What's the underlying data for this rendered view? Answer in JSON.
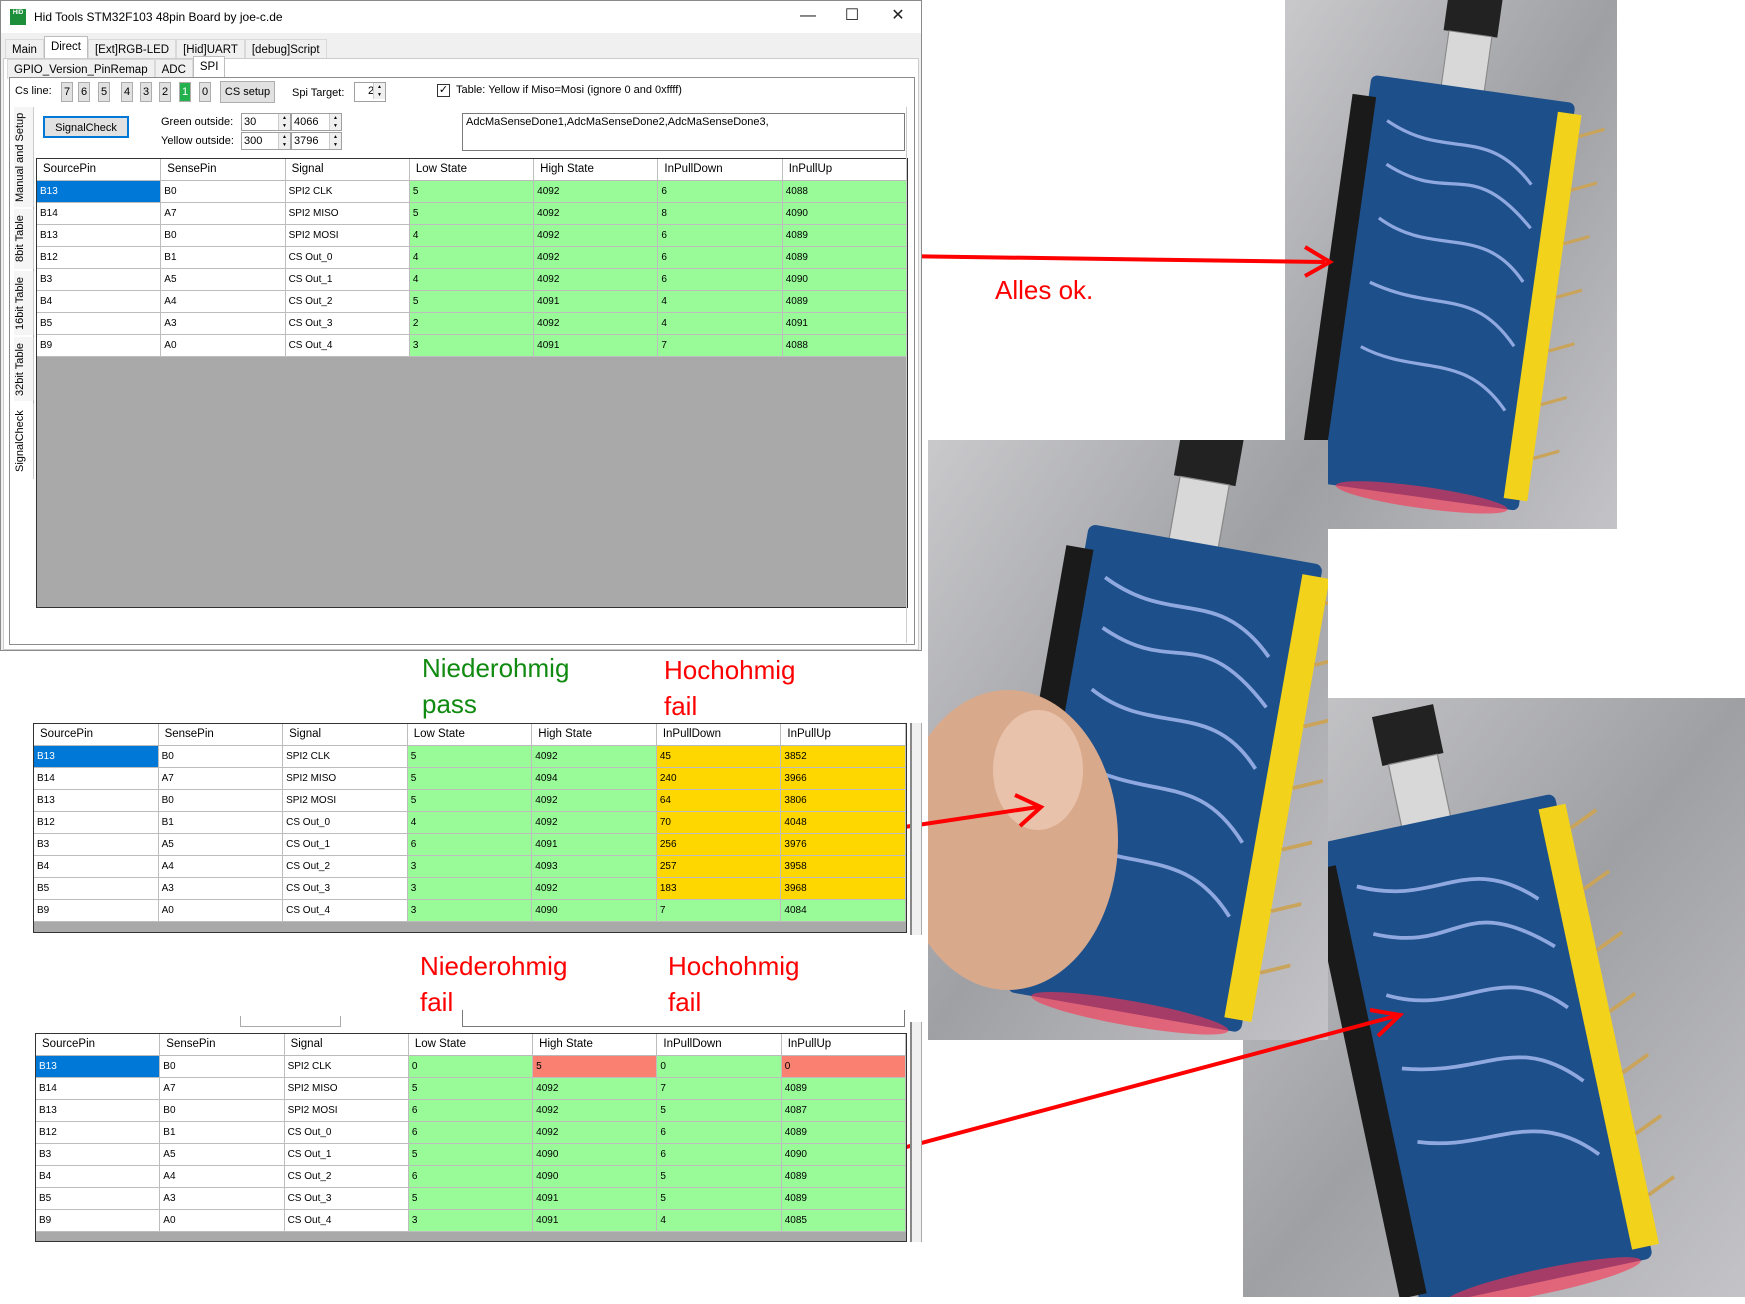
{
  "window": {
    "title": "Hid Tools STM32F103 48pin Board by joe-c.de",
    "icon_text": "HID",
    "controls": {
      "minimize": "—",
      "maximize": "☐",
      "close": "✕"
    },
    "tabs": [
      "Main",
      "Direct",
      "[Ext]RGB-LED",
      "[Hid]UART",
      "[debug]Script"
    ],
    "subtabs": [
      "GPIO_Version_PinRemap",
      "ADC",
      "SPI"
    ]
  },
  "spi": {
    "cs_label": "Cs line:",
    "cs_buttons": [
      "7",
      "6",
      "5",
      "4",
      "3",
      "2",
      "1",
      "0"
    ],
    "cs_active": "1",
    "cs_setup": "CS setup",
    "spi_target_label": "Spi Target:",
    "spi_target": "2",
    "checkbox_mark": "✓",
    "checkbox_label": "Table: Yellow if Miso=Mosi (ignore 0 and 0xffff)",
    "vertical_tabs": [
      "Manual and Setup",
      "8bit Table",
      "16bit Table",
      "32bit Table",
      "SignalCheck"
    ],
    "signalcheck_button": "SignalCheck",
    "green_label": "Green outside:",
    "green_low": "30",
    "green_high": "4066",
    "yellow_label": "Yellow outside:",
    "yellow_low": "300",
    "yellow_high": "3796",
    "log": "AdcMaSenseDone1,AdcMaSenseDone2,AdcMaSenseDone3,"
  },
  "columns": [
    "SourcePin",
    "SensePin",
    "Signal",
    "Low State",
    "High State",
    "InPullDown",
    "InPullUp"
  ],
  "colors": {
    "green": "#98FB98",
    "yellow": "#FFD700",
    "red": "#FA8072",
    "selected": "#0078D7",
    "annotation_red": "#FF0000",
    "annotation_green": "#108A10"
  },
  "tables": [
    {
      "rows": [
        {
          "cells": [
            "B13",
            "B0",
            "SPI2 CLK",
            "5",
            "4092",
            "6",
            "4088"
          ],
          "status": [
            "sel",
            "w",
            "w",
            "g",
            "g",
            "g",
            "g"
          ]
        },
        {
          "cells": [
            "B14",
            "A7",
            "SPI2 MISO",
            "5",
            "4092",
            "8",
            "4090"
          ],
          "status": [
            "w",
            "w",
            "w",
            "g",
            "g",
            "g",
            "g"
          ]
        },
        {
          "cells": [
            "B13",
            "B0",
            "SPI2 MOSI",
            "4",
            "4092",
            "6",
            "4089"
          ],
          "status": [
            "w",
            "w",
            "w",
            "g",
            "g",
            "g",
            "g"
          ]
        },
        {
          "cells": [
            "B12",
            "B1",
            "CS Out_0",
            "4",
            "4092",
            "6",
            "4089"
          ],
          "status": [
            "w",
            "w",
            "w",
            "g",
            "g",
            "g",
            "g"
          ]
        },
        {
          "cells": [
            "B3",
            "A5",
            "CS Out_1",
            "4",
            "4092",
            "6",
            "4090"
          ],
          "status": [
            "w",
            "w",
            "w",
            "g",
            "g",
            "g",
            "g"
          ]
        },
        {
          "cells": [
            "B4",
            "A4",
            "CS Out_2",
            "5",
            "4091",
            "4",
            "4089"
          ],
          "status": [
            "w",
            "w",
            "w",
            "g",
            "g",
            "g",
            "g"
          ]
        },
        {
          "cells": [
            "B5",
            "A3",
            "CS Out_3",
            "2",
            "4092",
            "4",
            "4091"
          ],
          "status": [
            "w",
            "w",
            "w",
            "g",
            "g",
            "g",
            "g"
          ]
        },
        {
          "cells": [
            "B9",
            "A0",
            "CS Out_4",
            "3",
            "4091",
            "7",
            "4088"
          ],
          "status": [
            "w",
            "w",
            "w",
            "g",
            "g",
            "g",
            "g"
          ]
        }
      ]
    },
    {
      "rows": [
        {
          "cells": [
            "B13",
            "B0",
            "SPI2 CLK",
            "5",
            "4092",
            "45",
            "3852"
          ],
          "status": [
            "sel",
            "w",
            "w",
            "g",
            "g",
            "y",
            "y"
          ]
        },
        {
          "cells": [
            "B14",
            "A7",
            "SPI2 MISO",
            "5",
            "4094",
            "240",
            "3966"
          ],
          "status": [
            "w",
            "w",
            "w",
            "g",
            "g",
            "y",
            "y"
          ]
        },
        {
          "cells": [
            "B13",
            "B0",
            "SPI2 MOSI",
            "5",
            "4092",
            "64",
            "3806"
          ],
          "status": [
            "w",
            "w",
            "w",
            "g",
            "g",
            "y",
            "y"
          ]
        },
        {
          "cells": [
            "B12",
            "B1",
            "CS Out_0",
            "4",
            "4092",
            "70",
            "4048"
          ],
          "status": [
            "w",
            "w",
            "w",
            "g",
            "g",
            "y",
            "y"
          ]
        },
        {
          "cells": [
            "B3",
            "A5",
            "CS Out_1",
            "6",
            "4091",
            "256",
            "3976"
          ],
          "status": [
            "w",
            "w",
            "w",
            "g",
            "g",
            "y",
            "y"
          ]
        },
        {
          "cells": [
            "B4",
            "A4",
            "CS Out_2",
            "3",
            "4093",
            "257",
            "3958"
          ],
          "status": [
            "w",
            "w",
            "w",
            "g",
            "g",
            "y",
            "y"
          ]
        },
        {
          "cells": [
            "B5",
            "A3",
            "CS Out_3",
            "3",
            "4092",
            "183",
            "3968"
          ],
          "status": [
            "w",
            "w",
            "w",
            "g",
            "g",
            "y",
            "y"
          ]
        },
        {
          "cells": [
            "B9",
            "A0",
            "CS Out_4",
            "3",
            "4090",
            "7",
            "4084"
          ],
          "status": [
            "w",
            "w",
            "w",
            "g",
            "g",
            "g",
            "g"
          ]
        }
      ]
    },
    {
      "rows": [
        {
          "cells": [
            "B13",
            "B0",
            "SPI2 CLK",
            "0",
            "5",
            "0",
            "0"
          ],
          "status": [
            "sel",
            "w",
            "w",
            "g",
            "r",
            "g",
            "r"
          ]
        },
        {
          "cells": [
            "B14",
            "A7",
            "SPI2 MISO",
            "5",
            "4092",
            "7",
            "4089"
          ],
          "status": [
            "w",
            "w",
            "w",
            "g",
            "g",
            "g",
            "g"
          ]
        },
        {
          "cells": [
            "B13",
            "B0",
            "SPI2 MOSI",
            "6",
            "4092",
            "5",
            "4087"
          ],
          "status": [
            "w",
            "w",
            "w",
            "g",
            "g",
            "g",
            "g"
          ]
        },
        {
          "cells": [
            "B12",
            "B1",
            "CS Out_0",
            "6",
            "4092",
            "6",
            "4089"
          ],
          "status": [
            "w",
            "w",
            "w",
            "g",
            "g",
            "g",
            "g"
          ]
        },
        {
          "cells": [
            "B3",
            "A5",
            "CS Out_1",
            "5",
            "4090",
            "6",
            "4090"
          ],
          "status": [
            "w",
            "w",
            "w",
            "g",
            "g",
            "g",
            "g"
          ]
        },
        {
          "cells": [
            "B4",
            "A4",
            "CS Out_2",
            "6",
            "4090",
            "5",
            "4089"
          ],
          "status": [
            "w",
            "w",
            "w",
            "g",
            "g",
            "g",
            "g"
          ]
        },
        {
          "cells": [
            "B5",
            "A3",
            "CS Out_3",
            "5",
            "4091",
            "5",
            "4089"
          ],
          "status": [
            "w",
            "w",
            "w",
            "g",
            "g",
            "g",
            "g"
          ]
        },
        {
          "cells": [
            "B9",
            "A0",
            "CS Out_4",
            "3",
            "4091",
            "4",
            "4085"
          ],
          "status": [
            "w",
            "w",
            "w",
            "g",
            "g",
            "g",
            "g"
          ]
        }
      ]
    }
  ],
  "annotations": {
    "ok": "Alles ok.",
    "case2_low_1": "Niederohmig",
    "case2_low_2": "pass",
    "case2_high_1": "Hochohmig",
    "case2_high_2": "fail",
    "case3_low_1": "Niederohmig",
    "case3_low_2": "fail",
    "case3_high_1": "Hochohmig",
    "case3_high_2": "fail"
  }
}
